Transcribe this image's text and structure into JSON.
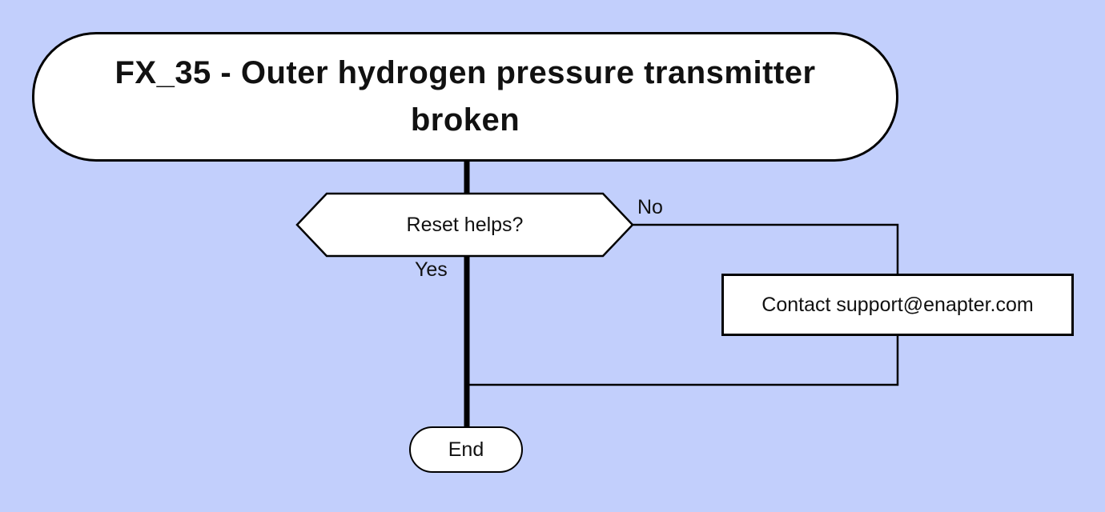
{
  "diagram": {
    "type": "flowchart",
    "colors": {
      "background": "#c2cffc",
      "node_fill": "#ffffff",
      "line_color": "#000000",
      "text_color": "#111111"
    },
    "start_node": {
      "label": "FX_35 - Outer hydrogen pressure transmitter broken"
    },
    "decision_node": {
      "label": "Reset helps?",
      "no_label": "No",
      "yes_label": "Yes"
    },
    "action_node": {
      "label": "Contact support@enapter.com"
    },
    "end_node": {
      "label": "End"
    }
  }
}
